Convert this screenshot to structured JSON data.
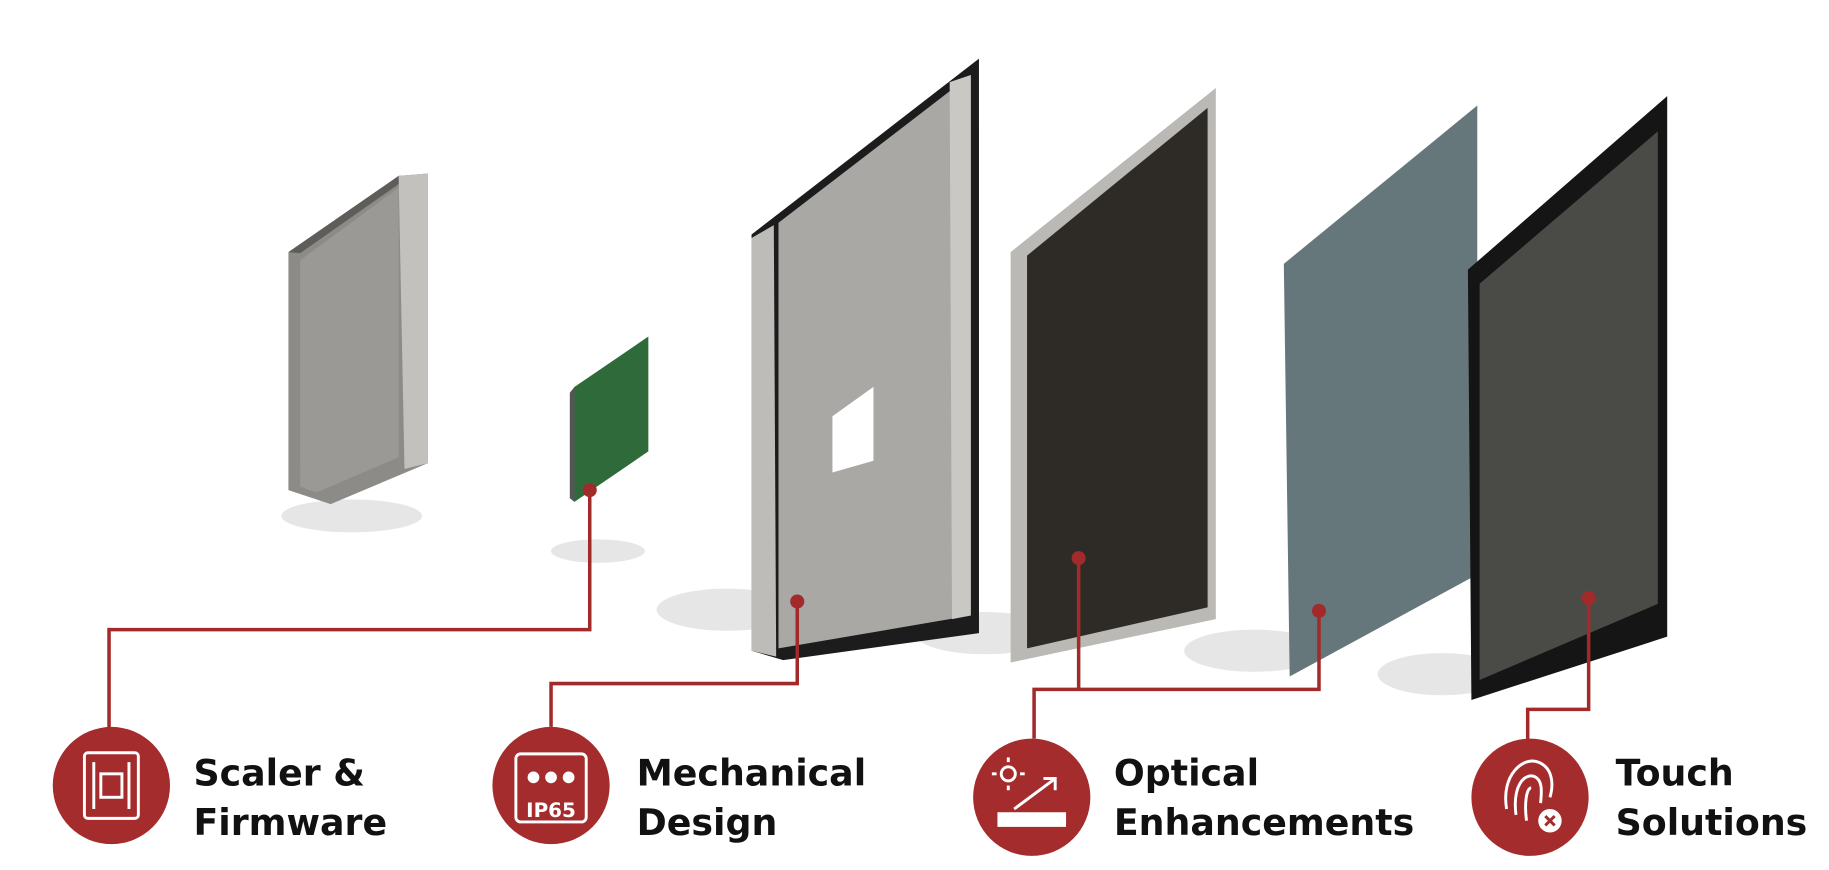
{
  "colors": {
    "accent": "#a52c2c",
    "text": "#111111"
  },
  "features": [
    {
      "id": "scaler",
      "icon": "circuit-chip-icon",
      "line1": "Scaler &",
      "line2": "Firmware"
    },
    {
      "id": "mechanical",
      "icon": "ip65-water-drops-icon",
      "line1": "Mechanical",
      "line2": "Design",
      "badge_text": "IP65"
    },
    {
      "id": "optical",
      "icon": "sun-reflection-icon",
      "line1": "Optical",
      "line2": "Enhancements"
    },
    {
      "id": "touch",
      "icon": "fingerprint-icon",
      "line1": "Touch",
      "line2": "Solutions"
    }
  ]
}
